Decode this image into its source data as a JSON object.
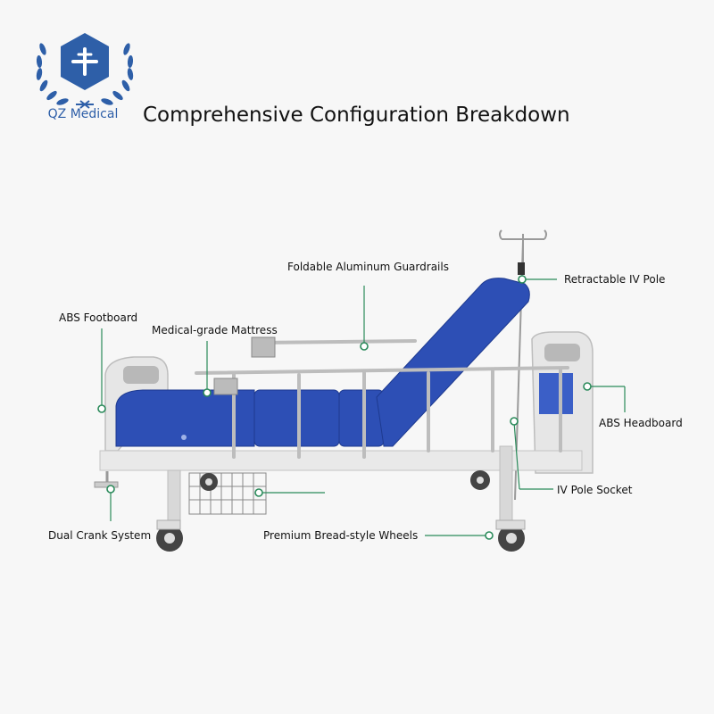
{
  "brand": {
    "name": "QZ Medical"
  },
  "page": {
    "title": "Comprehensive Configuration Breakdown"
  },
  "callouts": {
    "guardrails": "Foldable Aluminum Guardrails",
    "iv_pole": "Retractable IV Pole",
    "footboard": "ABS Footboard",
    "mattress": "Medical-grade Mattress",
    "headboard": "ABS Headboard",
    "iv_socket": "IV Pole Socket",
    "crank": "Dual Crank System",
    "wheels": "Premium Bread-style Wheels"
  },
  "colors": {
    "accent": "#2a8a5a",
    "mattress": "#2d4fb5",
    "frame": "#e4e4e4",
    "brand": "#2e5fa8"
  }
}
